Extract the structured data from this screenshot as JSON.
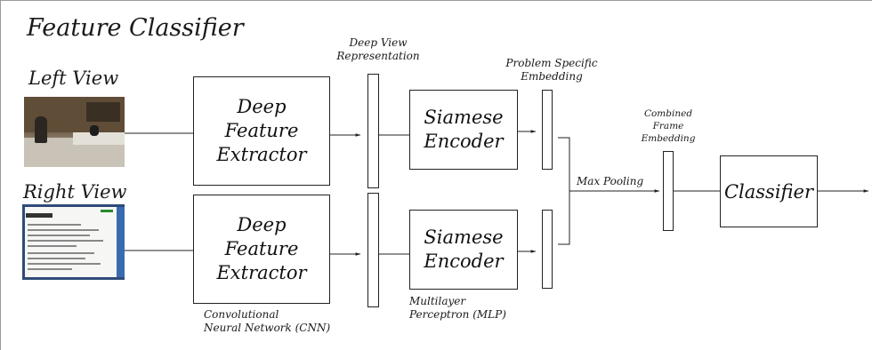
{
  "diagram": {
    "title": "Feature Classifier",
    "inputs": {
      "left_label": "Left View",
      "right_label": "Right View"
    },
    "cnn": {
      "extractor_top": [
        "Deep",
        "Feature",
        "Extractor"
      ],
      "extractor_bottom": [
        "Deep",
        "Feature",
        "Extractor"
      ],
      "note": [
        "Convolutional",
        "Neural Network (CNN)"
      ]
    },
    "deep_view": {
      "label": [
        "Deep View",
        "Representation"
      ]
    },
    "mlp": {
      "encoder_top": [
        "Siamese",
        "Encoder"
      ],
      "encoder_bottom": [
        "Siamese",
        "Encoder"
      ],
      "note": [
        "Multilayer",
        "Perceptron (MLP)"
      ]
    },
    "problem_embedding": {
      "label": [
        "Problem Specific",
        "Embedding"
      ]
    },
    "pooling": {
      "label": "Max Pooling"
    },
    "combined": {
      "label": [
        "Combined",
        "Frame",
        "Embedding"
      ]
    },
    "classifier": {
      "label": "Classifier"
    }
  }
}
